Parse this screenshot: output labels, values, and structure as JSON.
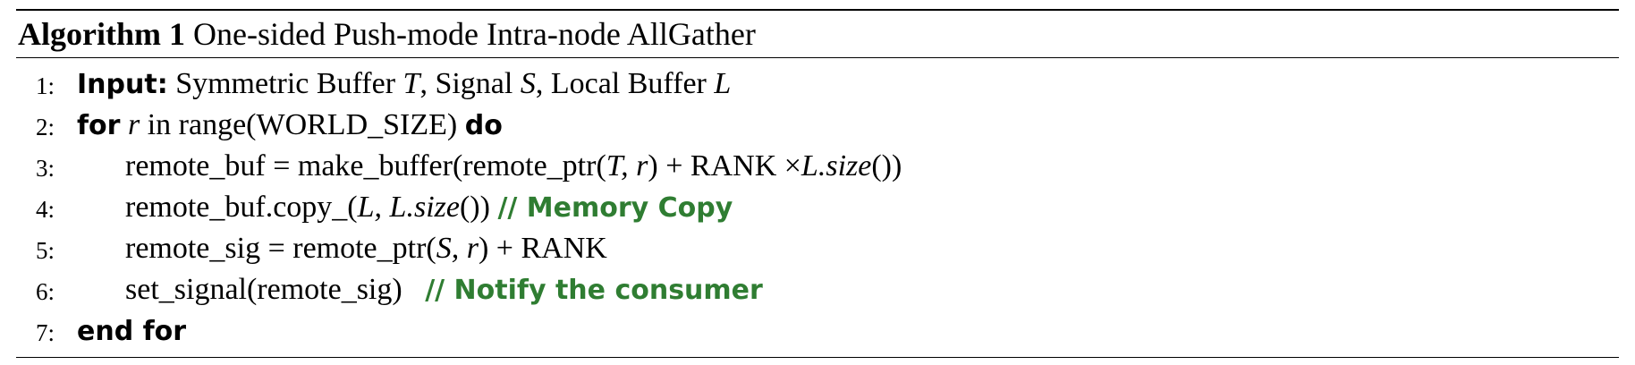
{
  "algorithm": {
    "label": "Algorithm 1",
    "title": "One-sided Push-mode Intra-node AllGather"
  },
  "lines": [
    {
      "number": "1:",
      "keyword": "Input:",
      "text_a": " Symmetric Buffer ",
      "var_a": "T",
      "text_b": ", Signal ",
      "var_b": "S",
      "text_c": ", Local Buffer ",
      "var_c": "L"
    },
    {
      "number": "2:",
      "keyword": "for",
      "var_a": "r",
      "text_a": " in range(WORLD_SIZE) ",
      "keyword_b": "do"
    },
    {
      "number": "3:",
      "text_a": "remote_buf = make_buffer(remote_ptr(",
      "var_a": "T, r",
      "text_b": ") + RANK ×",
      "var_b": "L.size",
      "text_c": "())"
    },
    {
      "number": "4:",
      "text_a": "remote_buf.copy_(",
      "var_a": "L, L.size",
      "text_b": "()) ",
      "comment": "// Memory Copy"
    },
    {
      "number": "5:",
      "text_a": "remote_sig = remote_ptr(",
      "var_a": "S, r",
      "text_b": ") + RANK"
    },
    {
      "number": "6:",
      "text_a": "set_signal(remote_sig)   ",
      "comment": "// Notify the consumer"
    },
    {
      "number": "7:",
      "keyword": "end for"
    }
  ],
  "colors": {
    "comment": "#2f7d32",
    "text": "#000000"
  }
}
